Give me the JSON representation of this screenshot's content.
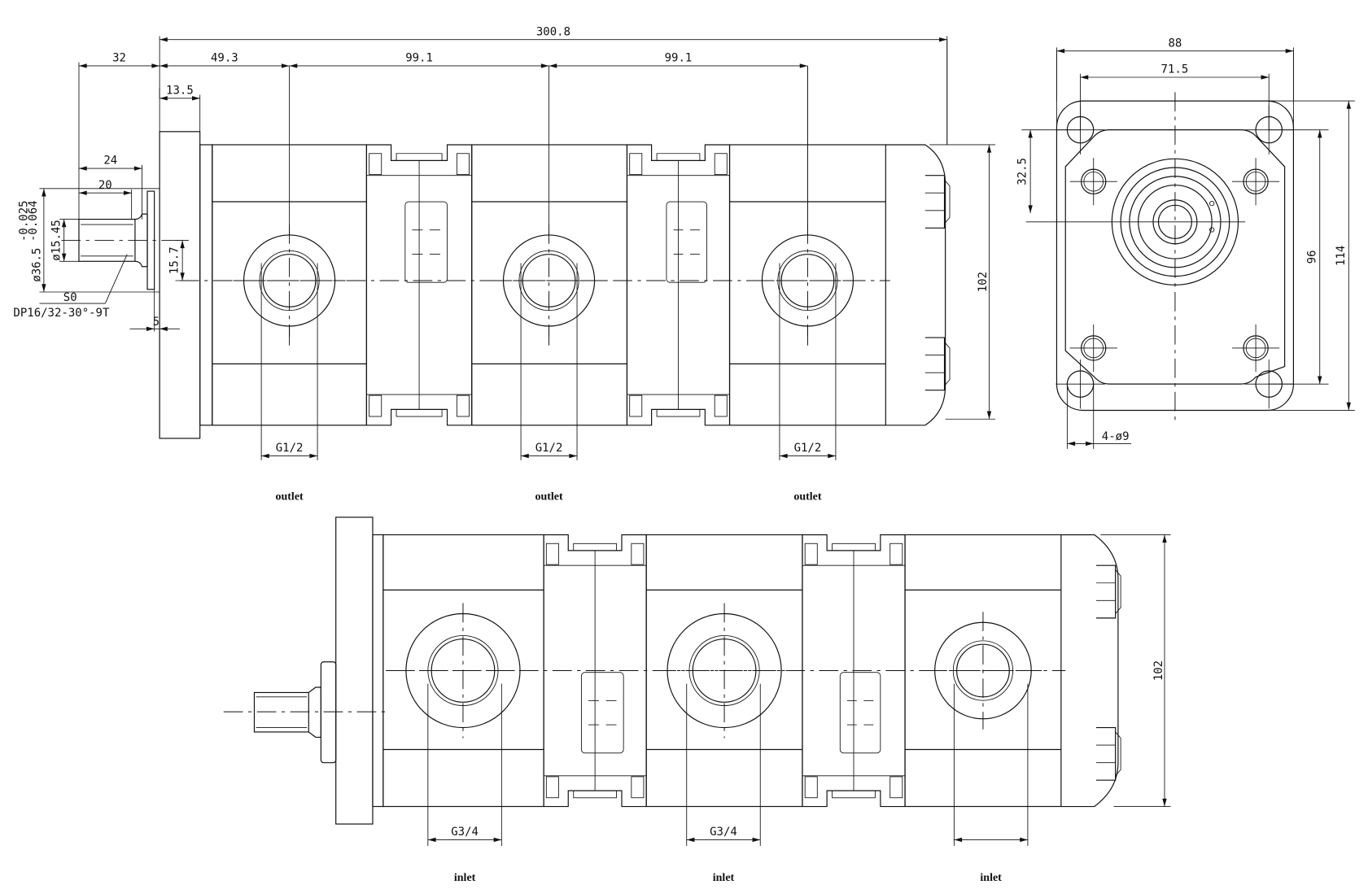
{
  "top_view": {
    "dims": {
      "overall_length": "300.8",
      "shaft_extension": "32",
      "flange_to_port1": "49.3",
      "port1_to_port2": "99.1",
      "port2_to_port3": "99.1",
      "flange_thickness": "13.5",
      "shaft_length_24": "24",
      "spline_length_20": "20",
      "pilot_diameter": "ø36.5",
      "pilot_tolerance_upper": "-0.025",
      "pilot_tolerance_lower": "-0.064",
      "shaft_diameter": "ø15.45",
      "shaft_offset": "15.7",
      "spline_code": "S0",
      "spline_spec": "DP16/32-30°-9T",
      "pilot_depth": "5",
      "height": "102"
    },
    "ports": [
      {
        "size": "G1/2",
        "label": "outlet"
      },
      {
        "size": "G1/2",
        "label": "outlet"
      },
      {
        "size": "G1/2",
        "label": "outlet"
      }
    ]
  },
  "bottom_view": {
    "dims": {
      "height": "102"
    },
    "ports": [
      {
        "size": "G3/4",
        "label": "inlet"
      },
      {
        "size": "G3/4",
        "label": "inlet"
      },
      {
        "size": "",
        "label": "inlet"
      }
    ]
  },
  "end_view": {
    "dims": {
      "flange_width": "88",
      "bolt_spacing_h": "71.5",
      "center_height": "32.5",
      "bolt_spacing_v": "96",
      "flange_height": "114",
      "bolt_holes": "4-ø9"
    }
  }
}
